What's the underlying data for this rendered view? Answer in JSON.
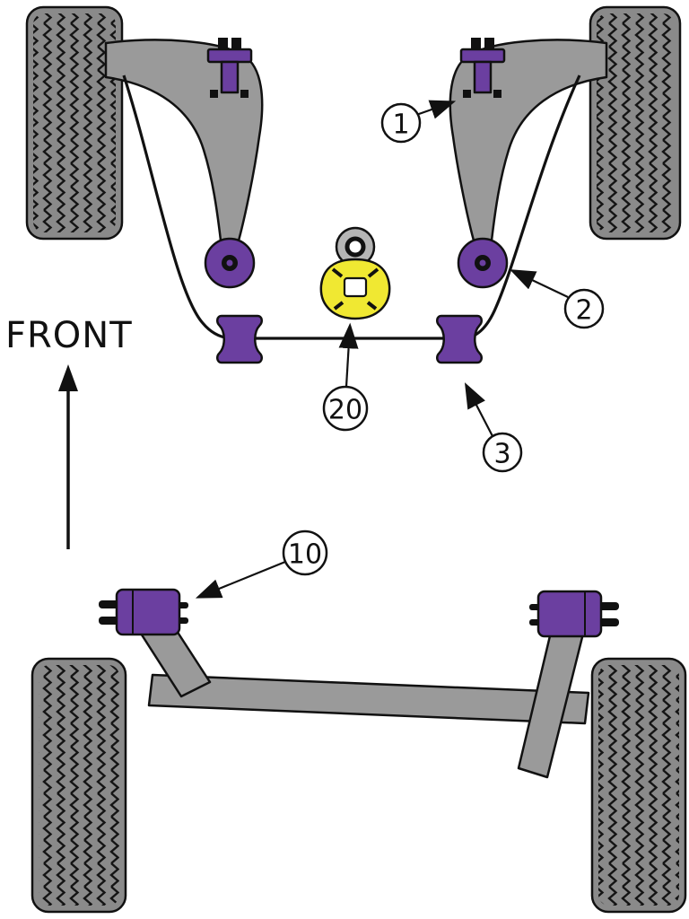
{
  "front_label": "FRONT",
  "callouts": [
    {
      "label": "1"
    },
    {
      "label": "2"
    },
    {
      "label": "3"
    },
    {
      "label": "20"
    },
    {
      "label": "10"
    }
  ],
  "colors": {
    "bush_purple": "#6b3fa0",
    "arm_gray": "#9a9a9a",
    "tire_gray": "#8a8a8a",
    "mount_yellow": "#f0e832",
    "metal_gray": "#b5b5b5",
    "hardware_black": "#111111",
    "background": "#ffffff"
  }
}
